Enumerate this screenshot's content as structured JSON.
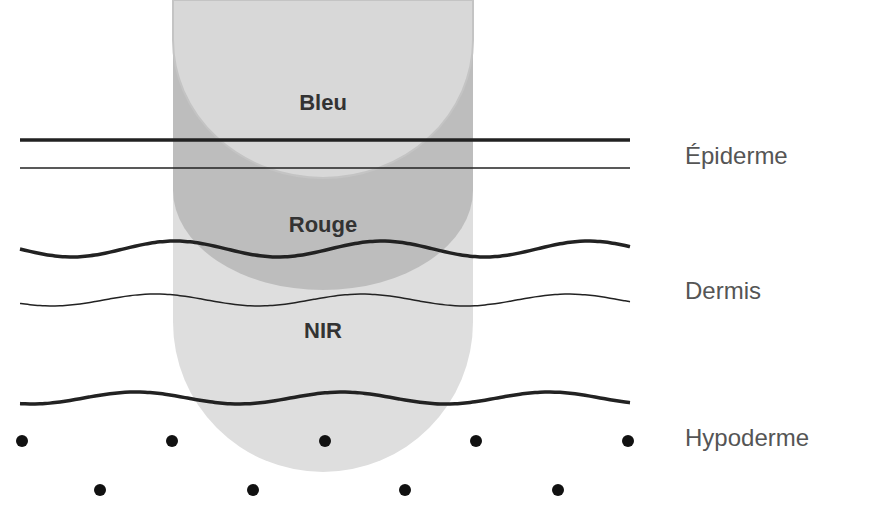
{
  "diagram": {
    "nodes": [
      {
        "text": [
          "NIR"
        ]
      },
      {
        "text": [
          "Rouge"
        ],
        "in": 0
      },
      {
        "text": [
          "Bleu"
        ],
        "in": 1
      }
    ],
    "labels": [
      "Épiderme",
      "Dermis",
      "Hypoderme"
    ]
  }
}
